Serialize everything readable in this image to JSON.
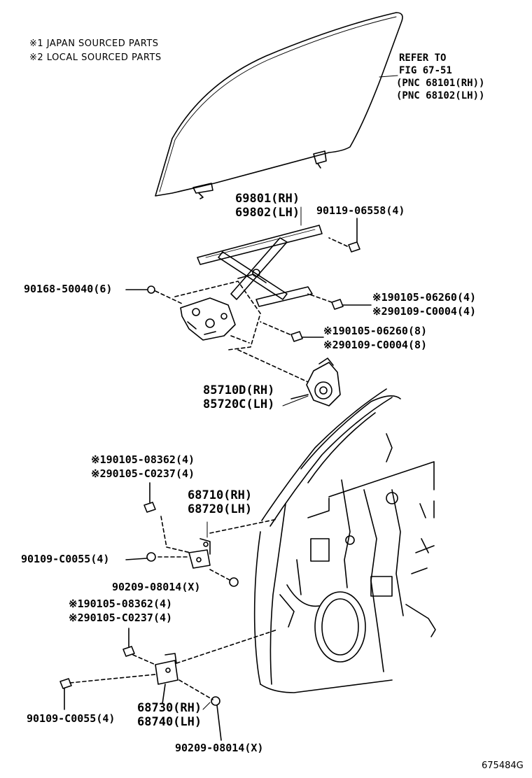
{
  "legend": {
    "note1": "※1 JAPAN SOURCED PARTS",
    "note2": "※2 LOCAL SOURCED PARTS"
  },
  "refer": {
    "line1": "REFER TO",
    "line2": "FIG 67-51",
    "line3": "(PNC 68101(RH))",
    "line4": "(PNC 68102(LH))"
  },
  "parts": {
    "regulator_rh": "69801(RH)",
    "regulator_lh": "69802(LH)",
    "bolt_90119": "90119-06558(4)",
    "bolt_90168": "90168-50040(6)",
    "bolt_a1": "※190105-06260(4)",
    "bolt_a2": "※290109-C0004(4)",
    "bolt_b1": "※190105-06260(8)",
    "bolt_b2": "※290109-C0004(8)",
    "motor_rh": "85710D(RH)",
    "motor_lh": "85720C(LH)",
    "upper_bolt1": "※190105-08362(4)",
    "upper_bolt2": "※290105-C0237(4)",
    "hinge_upper_rh": "68710(RH)",
    "hinge_upper_lh": "68720(LH)",
    "upper_90109": "90109-C0055(4)",
    "upper_90209": "90209-08014(X)",
    "lower_bolt1": "※190105-08362(4)",
    "lower_bolt2": "※290105-C0237(4)",
    "lower_90109": "90109-C0055(4)",
    "hinge_lower_rh": "68730(RH)",
    "hinge_lower_lh": "68740(LH)",
    "lower_90209": "90209-08014(X)"
  },
  "figure_id": "675484G"
}
